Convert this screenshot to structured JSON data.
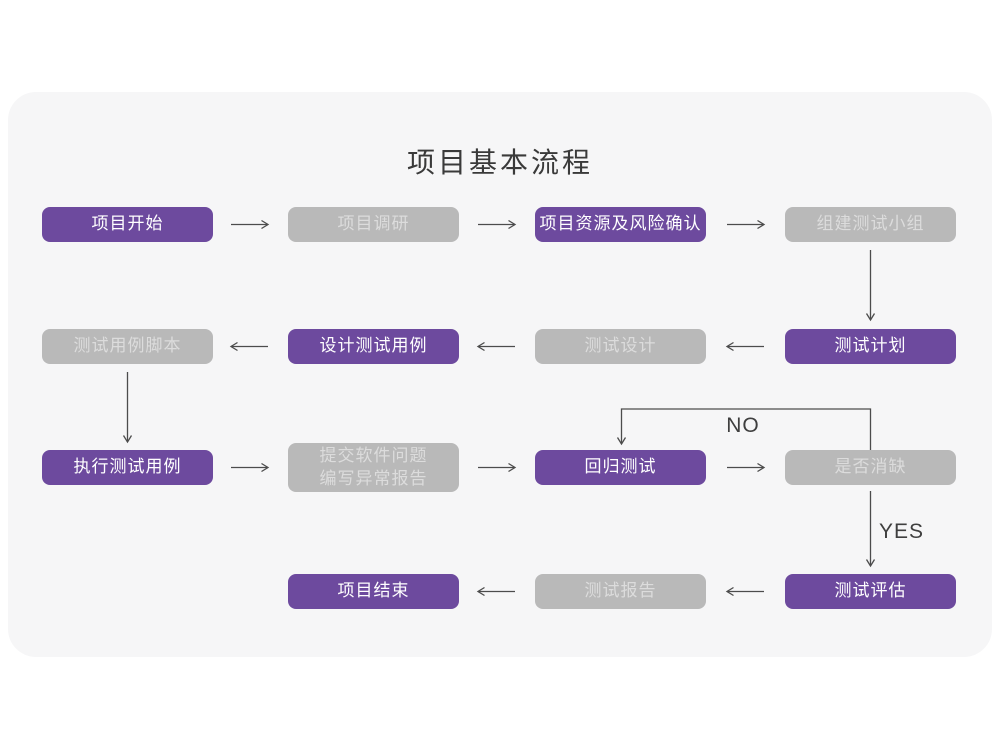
{
  "title": "项目基本流程",
  "flowchart": {
    "colors": {
      "primary": "#6d4a9e",
      "primary_text": "#ffffff",
      "secondary": "#b9b9b9",
      "secondary_text": "#dcdcdc",
      "card_bg": "#f6f6f7",
      "arrow": "#4c4c4c"
    },
    "nodes": [
      {
        "id": "project-start",
        "label": "项目开始",
        "type": "primary"
      },
      {
        "id": "project-research",
        "label": "项目调研",
        "type": "secondary"
      },
      {
        "id": "resource-risk-confirm",
        "label": "项目资源及风险确认",
        "type": "primary"
      },
      {
        "id": "build-test-team",
        "label": "组建测试小组",
        "type": "secondary"
      },
      {
        "id": "test-plan",
        "label": "测试计划",
        "type": "primary"
      },
      {
        "id": "test-design",
        "label": "测试设计",
        "type": "secondary"
      },
      {
        "id": "design-test-cases",
        "label": "设计测试用例",
        "type": "primary"
      },
      {
        "id": "test-case-script",
        "label": "测试用例脚本",
        "type": "secondary"
      },
      {
        "id": "execute-test-cases",
        "label": "执行测试用例",
        "type": "primary"
      },
      {
        "id": "submit-issues-report",
        "label": "提交软件问题\n编写异常报告",
        "type": "secondary"
      },
      {
        "id": "regression-test",
        "label": "回归测试",
        "type": "primary"
      },
      {
        "id": "defect-resolved-decision",
        "label": "是否消缺",
        "type": "secondary"
      },
      {
        "id": "test-evaluation",
        "label": "测试评估",
        "type": "primary"
      },
      {
        "id": "test-report",
        "label": "测试报告",
        "type": "secondary"
      },
      {
        "id": "project-end",
        "label": "项目结束",
        "type": "primary"
      }
    ],
    "edge_labels": {
      "no": "NO",
      "yes": "YES"
    }
  }
}
